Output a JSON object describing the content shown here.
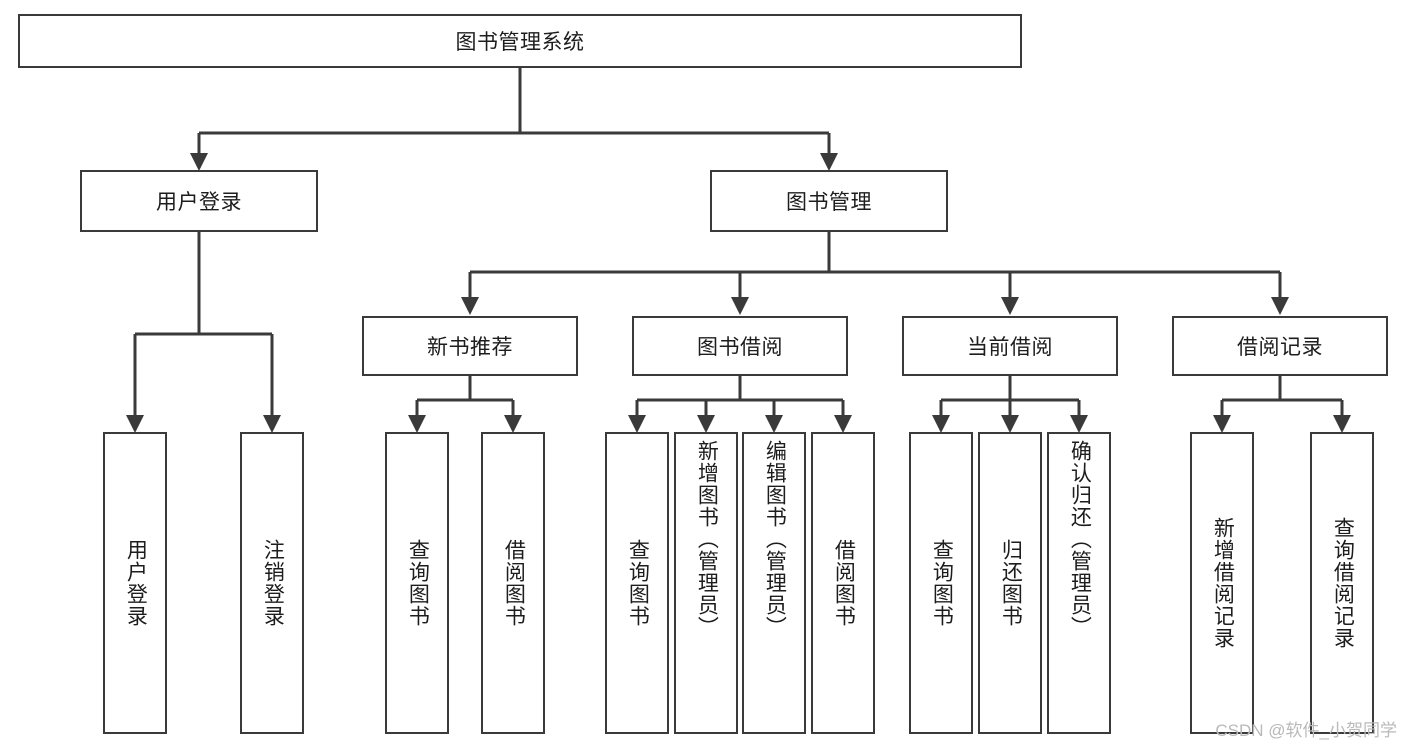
{
  "diagram": {
    "type": "tree-hierarchy-chart",
    "title": "图书管理系统",
    "line_color": "#3a3a3a",
    "box_fill": "#ffffff",
    "text_color": "#1d1d1d",
    "root": {
      "label": "图书管理系统"
    },
    "level2": [
      {
        "label": "用户登录"
      },
      {
        "label": "图书管理"
      }
    ],
    "level3": [
      {
        "label": "新书推荐"
      },
      {
        "label": "图书借阅"
      },
      {
        "label": "当前借阅"
      },
      {
        "label": "借阅记录"
      }
    ],
    "leaves": {
      "user_login": [
        {
          "label": "用户登录"
        },
        {
          "label": "注销登录"
        }
      ],
      "new_book_recommend": [
        {
          "label": "查询图书"
        },
        {
          "label": "借阅图书"
        }
      ],
      "book_borrow": [
        {
          "label": "查询图书"
        },
        {
          "label": "新增图书（管理员）"
        },
        {
          "label": "编辑图书（管理员）"
        },
        {
          "label": "借阅图书"
        }
      ],
      "current_borrow": [
        {
          "label": "查询图书"
        },
        {
          "label": "归还图书"
        },
        {
          "label": "确认归还（管理员）"
        }
      ],
      "borrow_record": [
        {
          "label": "新增借阅记录"
        },
        {
          "label": "查询借阅记录"
        }
      ]
    }
  },
  "watermark": {
    "text": "CSDN @软件_小贺同学"
  }
}
